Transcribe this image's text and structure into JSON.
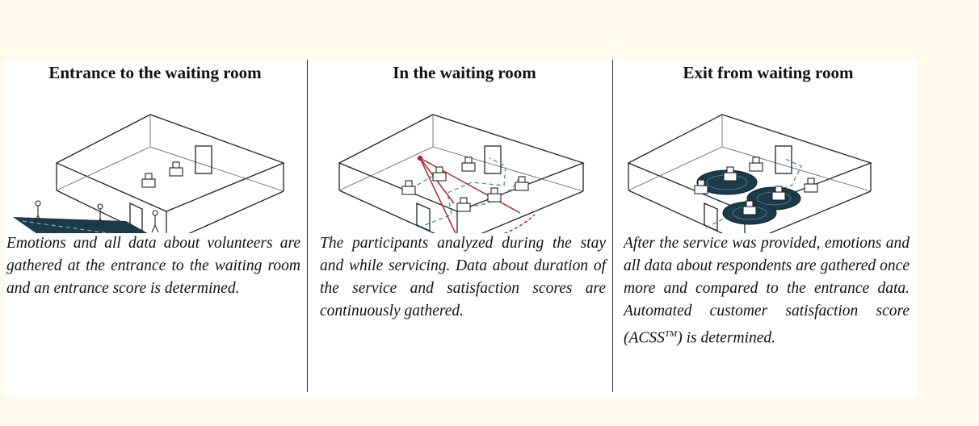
{
  "panels": [
    {
      "title": "Entrance to the waiting room",
      "caption": "Emotions and all data about volunteers are gathered at the entrance to the waiting room and an entrance score is determined."
    },
    {
      "title": "In the waiting room",
      "caption": "The participants analyzed during the stay and while servicing. Data about duration of the service and satisfaction scores are continuously gathered."
    },
    {
      "title": "Exit from waiting room",
      "caption_before_sup": "After the service was provided, emotions and all data about respondents are gathered once more and compared to the entrance data. Automated customer satisfaction score (ACSS",
      "caption_sup": "TM",
      "caption_after_sup": ") is determined."
    }
  ],
  "colors": {
    "page_background": "#fffaec",
    "panel_background": "#ffffff",
    "zone_fill": "#1d3a4a",
    "path_dashed": "#3f8ea5",
    "tracking_red": "#b3262b",
    "line": "#222222"
  }
}
